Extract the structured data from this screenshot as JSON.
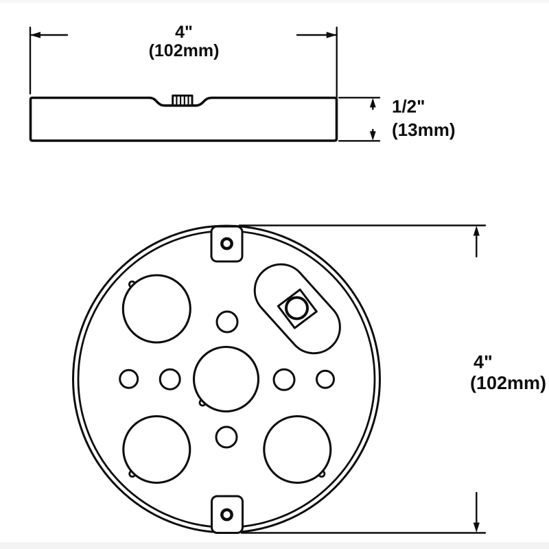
{
  "drawing_title": "round-pancake-box-dimension-drawing",
  "colors": {
    "line": "#0d0d0d",
    "background": "#ffffff",
    "edge_band_top": "#f6f6f6",
    "edge_band_bottom": "#f3f3f3"
  },
  "side_view": {
    "width_in": "4\"",
    "width_mm": "(102mm)",
    "thickness_in": "1/2\"",
    "thickness_mm": "(13mm)"
  },
  "plan_view": {
    "diameter_in": "4\"",
    "diameter_mm": "(102mm)"
  }
}
